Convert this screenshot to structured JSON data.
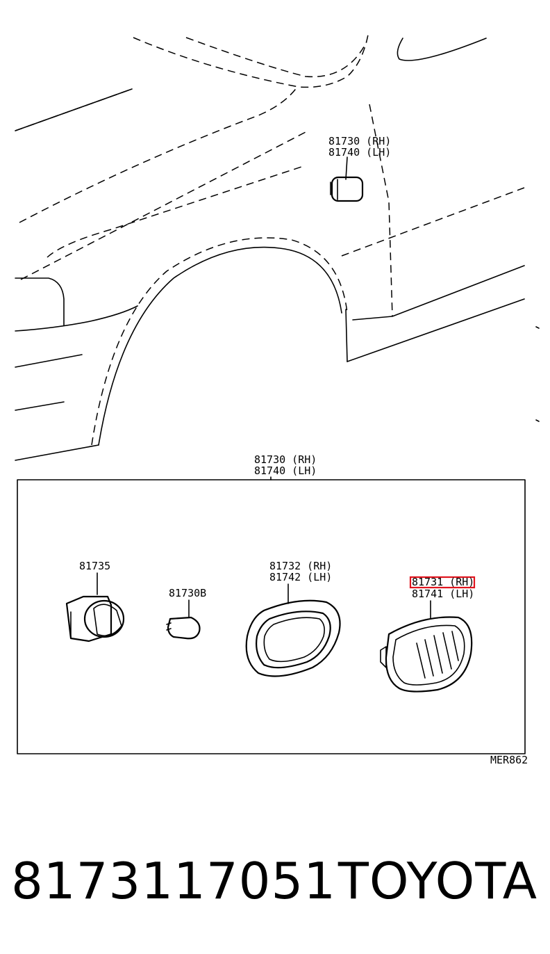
{
  "callouts": {
    "car_rh": "81730 (RH)",
    "car_lh": "81740 (LH)",
    "assy_rh": "81730 (RH)",
    "assy_lh": "81740 (LH)",
    "socket": "81735",
    "bulb": "81730B",
    "gasket_rh": "81732 (RH)",
    "gasket_lh": "81742 (LH)",
    "lens_rh": "81731 (RH)",
    "lens_lh": "81741 (LH)",
    "diagram_code": "MER862"
  },
  "highlight": {
    "target": "lens_rh",
    "color": "#e0141e"
  },
  "footer": {
    "part_number": "8173117051",
    "brand": "TOYOTA"
  }
}
